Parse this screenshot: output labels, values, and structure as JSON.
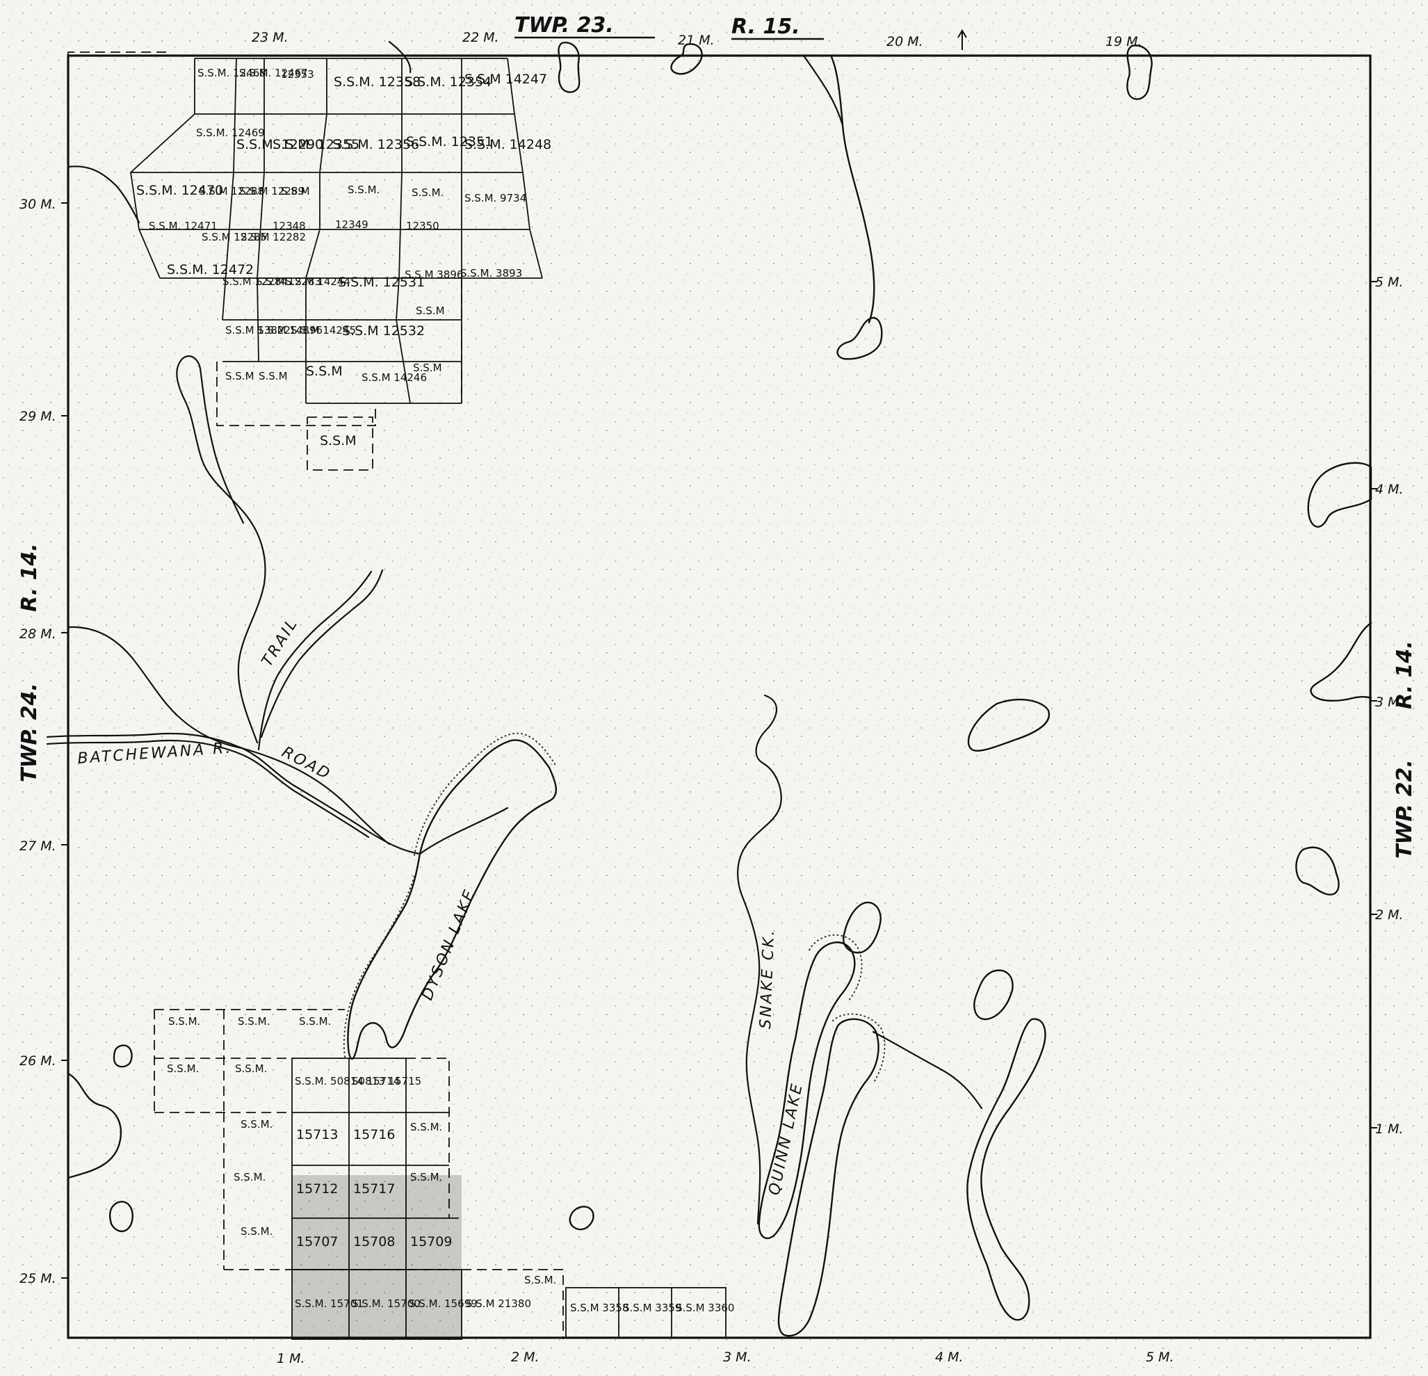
{
  "headings": {
    "top_twp": "TWP. 23.",
    "top_range": "R. 15.",
    "left_twp": "TWP. 24.",
    "left_range": "R. 14.",
    "right_twp": "TWP. 22.",
    "right_range": "R. 14."
  },
  "mile_marks": {
    "top": [
      "23 M.",
      "22 M.",
      "21 M.",
      "20 M.",
      "19 M."
    ],
    "left": [
      "30 M.",
      "29 M.",
      "28 M.",
      "27 M.",
      "26 M.",
      "25 M."
    ],
    "right": [
      "5 M.",
      "4 M.",
      "3 M.",
      "2 M.",
      "1 M."
    ],
    "bottom": [
      "1 M.",
      "2 M.",
      "3 M.",
      "4 M.",
      "5 M."
    ]
  },
  "features": {
    "river": "BATCHEWANA R.",
    "trail": "TRAIL",
    "road": "ROAD",
    "dyson": "DYSON LAKE",
    "quinn": "QUINN LAKE",
    "creek": "SNAKE CK."
  },
  "claims_north": [
    "S.S.M. 12468",
    "S.S.M. 12467",
    "12353",
    "S.S.M. 12358",
    "S.S.M. 12354",
    "S.S.M 14247",
    "S.S.M. 12469",
    "S.S.M. 12290",
    "S.S.M. 12355",
    "S.S.M. 12356",
    "S.S.M. 12351",
    "S.S.M. 14248",
    "S.S.M. 12470",
    "S.S.M 12288",
    "S.S.M 12289",
    "S.S.M",
    "S.S.M.",
    "S.S.M.",
    "S.S.M. 9734",
    "12348",
    "12349",
    "12350",
    "S.S.M. 12471",
    "S.S.M 12285",
    "S.S.M 12282",
    "S.S.M. 12472",
    "S.S.M 12284",
    "S.S.M 12283",
    "S.S.M 14244",
    "S.S.M. 12531",
    "S.S.M 3896",
    "S.S.M. 3893",
    "S.S.M 13822",
    "S.S.M 14896",
    "S.S.M 14245",
    "S.S.M 12532",
    "S.S.M",
    "S.S.M",
    "S.S.M",
    "S.S.M",
    "S.S.M 14246",
    "S.S.M",
    "S.S.M"
  ],
  "claims_south": [
    "S.S.M.",
    "S.S.M.",
    "S.S.M.",
    "S.S.M.",
    "S.S.M.",
    "S.S.M. 50814 15714",
    "S0813 15715",
    "S.S.M.",
    "15713",
    "15716",
    "S.S.M.",
    "S.S.M.",
    "15712",
    "15717",
    "S.S.M.",
    "S.S.M.",
    "15707",
    "15708",
    "15709",
    "S.S.M. 15701",
    "S.S.M. 15700",
    "S.S.M. 15699",
    "S.S.M 21380",
    "S.S.M.",
    "S.S.M 3358",
    "S.S.M 3359",
    "S.S.M 3360"
  ]
}
